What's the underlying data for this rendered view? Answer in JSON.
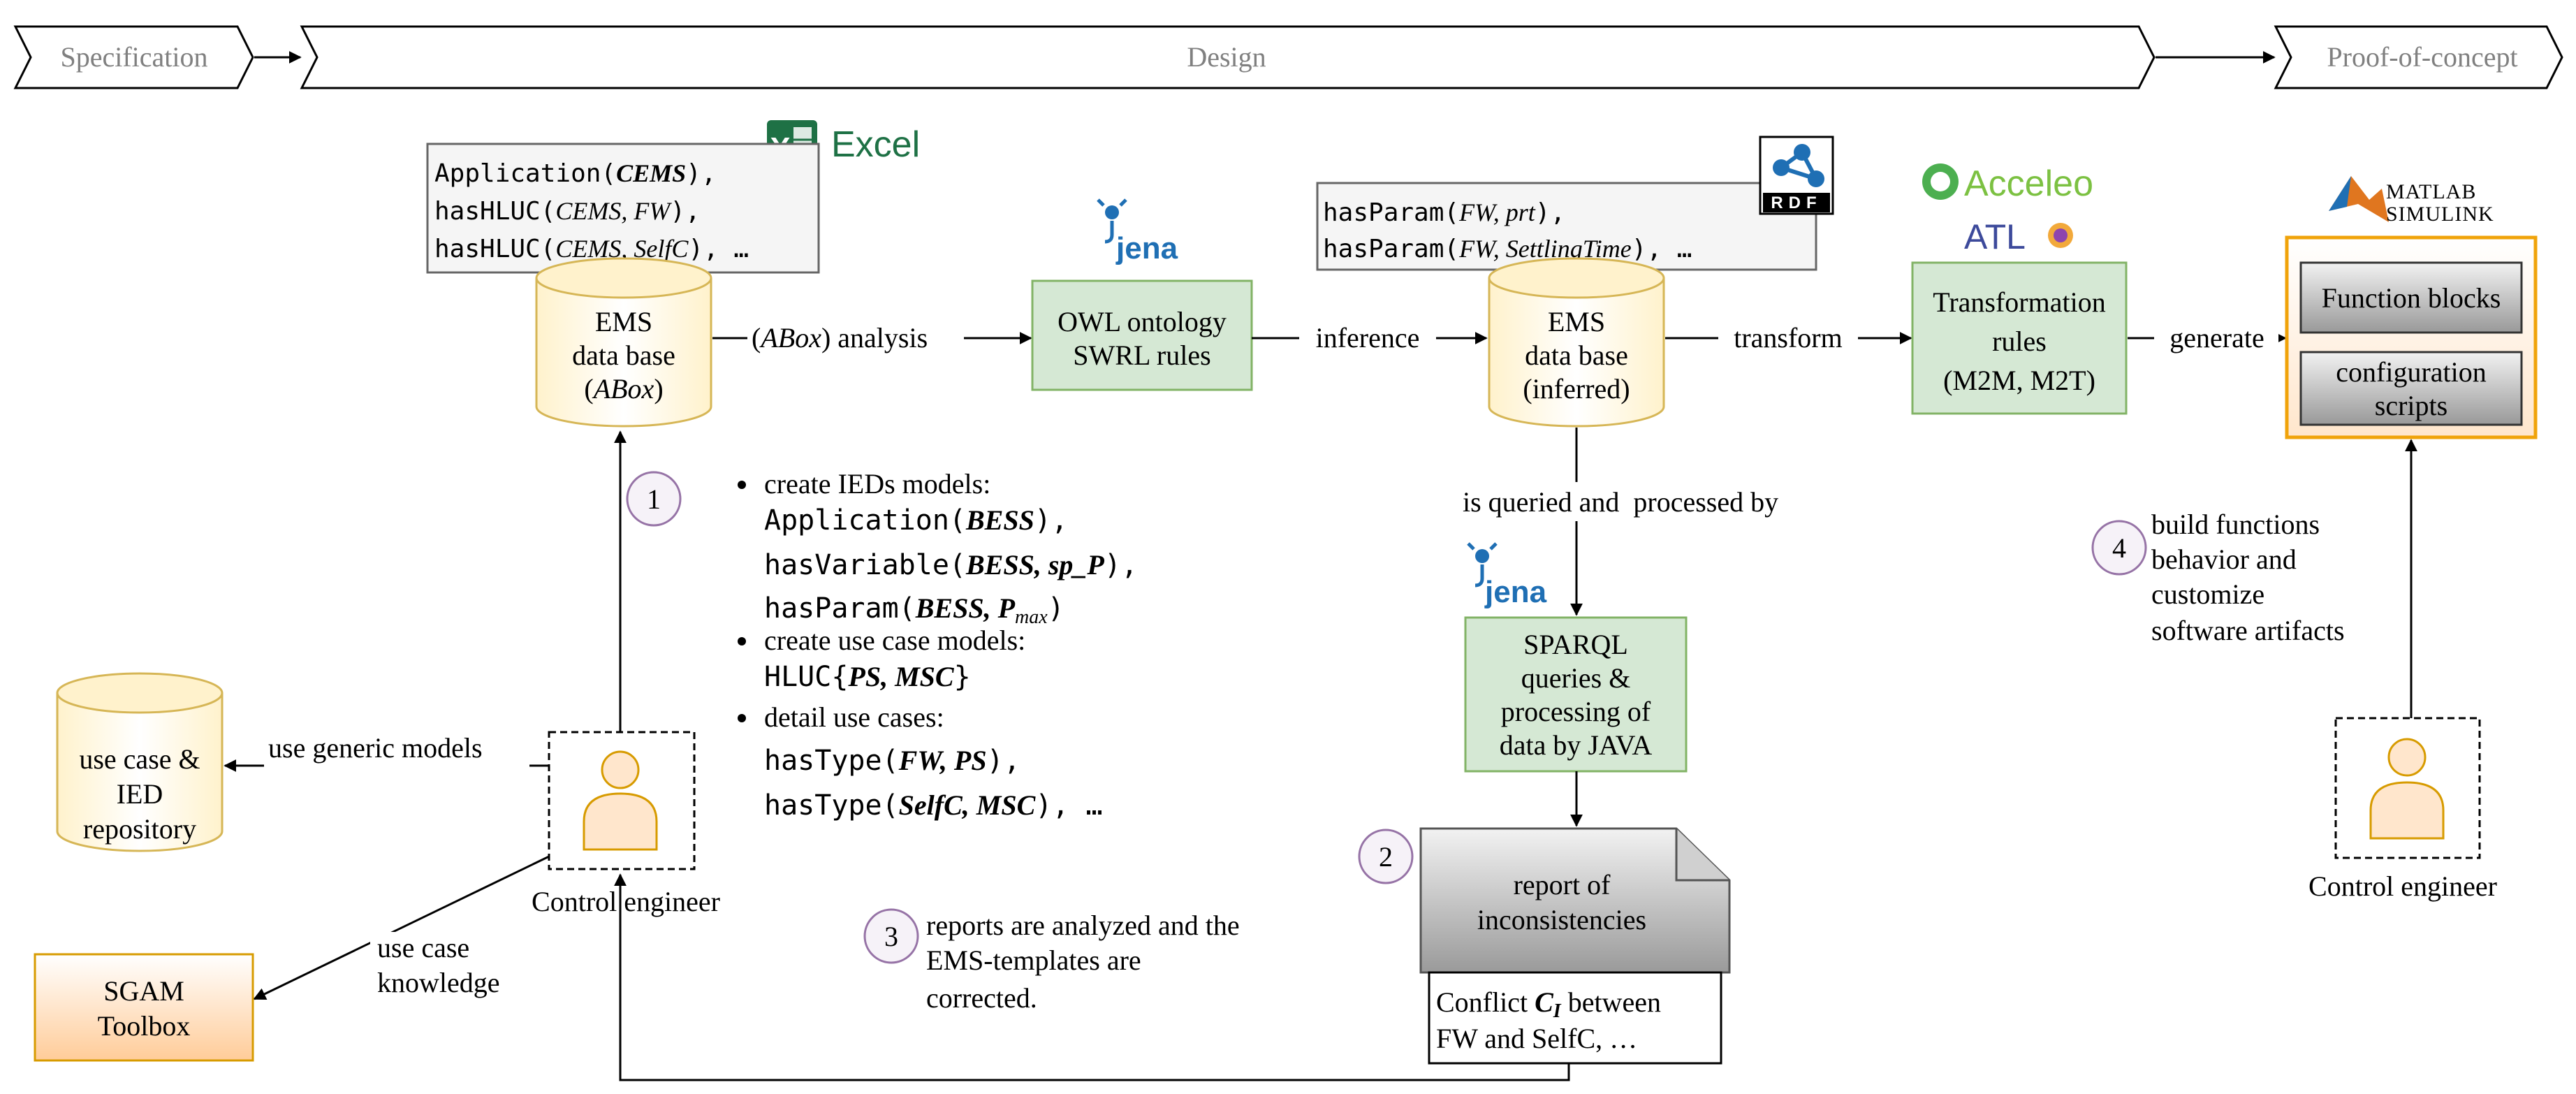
{
  "phases": {
    "specification": "Specification",
    "design": "Design",
    "proof_of_concept": "Proof-of-concept"
  },
  "logos": {
    "excel": "Excel",
    "jena": "jena",
    "rdf": "RDF",
    "acceleo": "Acceleo",
    "atl": "ATL",
    "matlab": "MATLAB",
    "simulink": "SIMULINK"
  },
  "excel_note": {
    "line1_pred": "Application(",
    "line1_arg": "CEMS",
    "line1_end": "),",
    "line2_pred": "hasHLUC(",
    "line2_arg": "CEMS, FW",
    "line2_end": "),",
    "line3_pred": "hasHLUC(",
    "line3_arg": "CEMS, SelfC",
    "line3_end": "), …"
  },
  "db1": {
    "line1": "EMS",
    "line2": "data base",
    "line3_open": "(",
    "line3_arg": "ABox",
    "line3_close": ")"
  },
  "arrow_abox": {
    "open": "(",
    "arg": "ABox",
    "rest": ") analysis"
  },
  "owl_box": {
    "line1": "OWL ontology",
    "line2": "SWRL rules"
  },
  "arrow_inference": "inference",
  "rdf_note": {
    "line1_pred": "hasParam(",
    "line1_arg": "FW, prt",
    "line1_end": "),",
    "line2_pred": "hasParam(",
    "line2_arg": "FW, SettlingTime",
    "line2_end": "), …"
  },
  "db2": {
    "line1": "EMS",
    "line2": "data base",
    "line3": "(inferred)"
  },
  "arrow_transform": "transform",
  "transform_box": {
    "line1": "Transformation",
    "line2": "rules",
    "line3": "(M2M, M2T)"
  },
  "arrow_generate": "generate",
  "simulink_box": {
    "function_blocks": "Function blocks",
    "config_line1": "configuration",
    "config_line2": "scripts"
  },
  "arrow_queried": "is queried and  processed by",
  "sparql_box": {
    "line1": "SPARQL",
    "line2": "queries &",
    "line3": "processing of",
    "line4": "data by JAVA"
  },
  "report": {
    "line1": "report of",
    "line2": "inconsistencies"
  },
  "conflict": {
    "prefix": "Conflict ",
    "var": "C",
    "sub": "I",
    "suffix": " between",
    "line2": "FW and SelfC, …"
  },
  "steps": {
    "s1": "1",
    "s2": "2",
    "s3": "3",
    "s4": "4"
  },
  "bullets": {
    "b1": "create IEDs models:",
    "b1_l1_pred": "Application(",
    "b1_l1_arg": "BESS",
    "b1_l1_end": "),",
    "b1_l2_pred": "hasVariable(",
    "b1_l2_arg": "BESS, sp_P",
    "b1_l2_end": "),",
    "b1_l3_pred": "hasParam(",
    "b1_l3_arg": "BESS, P",
    "b1_l3_sub": "max",
    "b1_l3_end": ")",
    "b2": "create use case models:",
    "b2_l1_pred": "HLUC{",
    "b2_l1_arg": "PS, MSC",
    "b2_l1_end": "}",
    "b3": "detail use cases:",
    "b3_l1_pred": "hasType(",
    "b3_l1_arg": "FW, PS",
    "b3_l1_end": "),",
    "b3_l2_pred": "hasType(",
    "b3_l2_arg": "SelfC, MSC",
    "b3_l2_end": "), …"
  },
  "step3_text": {
    "line1": "reports are analyzed and the",
    "line2": "EMS-templates are",
    "line3": "corrected."
  },
  "step4_text": {
    "line1": "build functions",
    "line2": "behavior and",
    "line3": "customize",
    "line4": "software artifacts"
  },
  "repository": {
    "line1": "use case &",
    "line2": "IED",
    "line3": "repository"
  },
  "arrow_generic": "use generic models",
  "arrow_knowledge": {
    "line1": "use case",
    "line2": "knowledge"
  },
  "sgam": {
    "line1": "SGAM",
    "line2": "Toolbox"
  },
  "engineer_left": "Control engineer",
  "engineer_right": "Control engineer",
  "colors": {
    "green_border": "#82b366",
    "green_fill": "#d5e8d4",
    "orange_border": "#d79b00",
    "orange_fill": "#ffe6cc",
    "db_stroke": "#d6b656",
    "db_fill": "#fff2cc",
    "step_circle": "#9673a6",
    "step_fill": "#e1d5e7",
    "excel_green": "#1e7145",
    "jena_blue": "#1f6fb4"
  }
}
